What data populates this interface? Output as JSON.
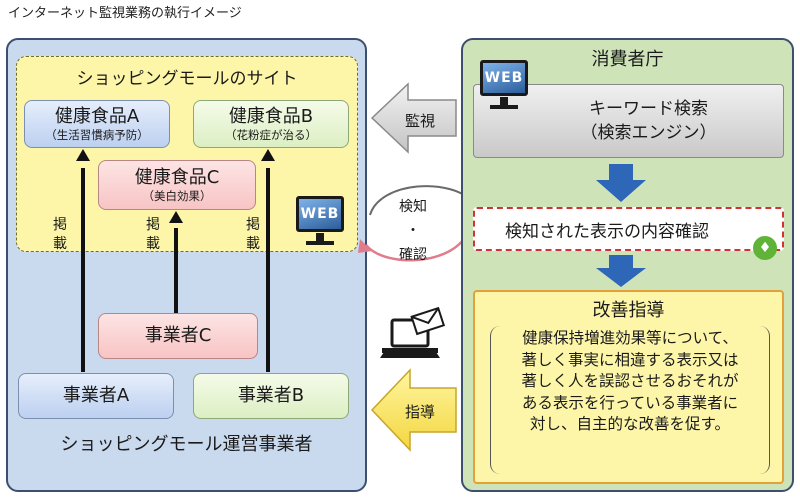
{
  "page_title": "インターネット監視業務の執行イメージ",
  "left_panel": {
    "mall_site_title": "ショッピングモールのサイト",
    "food_a": {
      "name": "健康食品A",
      "note": "（生活習慣病予防）"
    },
    "food_b": {
      "name": "健康食品B",
      "note": "（花粉症が治る）"
    },
    "food_c": {
      "name": "健康食品C",
      "note": "（美白効果）"
    },
    "post_label": "掲載",
    "company_c": "事業者C",
    "company_a": "事業者A",
    "company_b": "事業者B",
    "operator_title": "ショッピングモール運営事業者",
    "monitor_text": "WEB"
  },
  "middle": {
    "watch_label": "監視",
    "detect_top": "検知",
    "detect_dot": "・",
    "detect_bottom": "確認",
    "guide_label": "指導"
  },
  "right_panel": {
    "agency_title": "消費者庁",
    "monitor_text": "WEB",
    "keyword_search": "キーワード検索",
    "search_engine": "（検索エンジン）",
    "detected_content": "検知された表示の内容確認",
    "improve_title": "改善指導",
    "improve_lines": [
      "健康保持増進効果等について、",
      "著しく事実に相違する表示又は",
      "著しく人を誤認させるおそれが",
      "ある表示を行っている事業者に",
      "対し、自主的な改善を促す。"
    ]
  },
  "colors": {
    "left_panel_bg": "#c9d9ee",
    "right_panel_bg": "#cfe3b8",
    "mall_site_bg": "#fdf6a8",
    "arrow_blue": "#2e66b8",
    "detect_border": "#d03333"
  }
}
